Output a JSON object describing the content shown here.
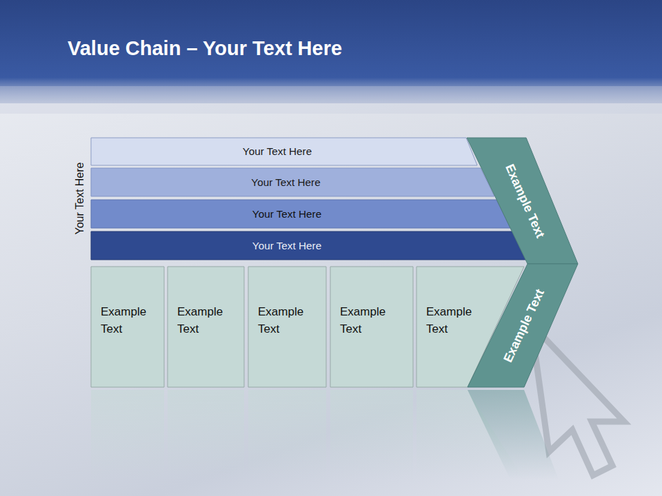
{
  "diagram": {
    "title": "Value Chain – Your Text Here",
    "nodes": [
      {
        "text": [
          "Your Text Here"
        ]
      },
      {
        "text": [
          "Your Text Here"
        ]
      },
      {
        "text": [
          "Your Text Here"
        ]
      },
      {
        "text": [
          "Your Text Here"
        ]
      },
      {
        "text": [
          "Example Text"
        ]
      },
      {
        "text": [
          "Example Text"
        ]
      },
      {
        "text": [
          "Example Text"
        ]
      },
      {
        "text": [
          "Example Text"
        ]
      },
      {
        "text": [
          "Example Text"
        ]
      },
      {
        "text": [
          "Example Text"
        ]
      },
      {
        "text": [
          "Example Text"
        ]
      }
    ],
    "labels": [
      "Your Text Here"
    ]
  }
}
